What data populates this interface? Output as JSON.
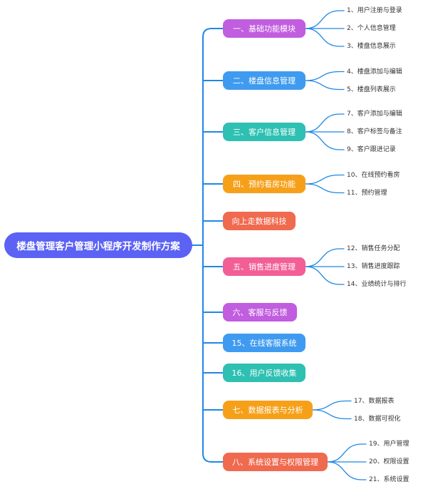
{
  "root": {
    "label": "楼盘管理客户管理小程序开发制作方案",
    "color": "#5b62f4"
  },
  "line_color": "#1e88e5",
  "branches": [
    {
      "label": "一、基础功能模块",
      "color": "#c15ddf",
      "children": [
        "1、用户注册与登录",
        "2、个人信息管理",
        "3、楼盘信息展示"
      ]
    },
    {
      "label": "二、楼盘信息管理",
      "color": "#3f9bf0",
      "children": [
        "4、楼盘添加与编辑",
        "5、楼盘列表展示"
      ]
    },
    {
      "label": "三、客户信息管理",
      "color": "#2ec0b2",
      "children": [
        "7、客户添加与编辑",
        "8、客户标签与备注",
        "9、客户跟进记录"
      ]
    },
    {
      "label": "四、预约看房功能",
      "color": "#f6a01a",
      "children": [
        "10、在线预约看房",
        "11、预约管理"
      ]
    },
    {
      "label": "向上走数据科技",
      "color": "#f06a4f",
      "children": []
    },
    {
      "label": "五、销售进度管理",
      "color": "#f25e96",
      "children": [
        "12、销售任务分配",
        "13、销售进度跟踪",
        "14、业绩统计与排行"
      ]
    },
    {
      "label": "六、客服与反馈",
      "color": "#c15ddf",
      "children": []
    },
    {
      "label": "15、在线客服系统",
      "color": "#3f9bf0",
      "children": []
    },
    {
      "label": "16、用户反馈收集",
      "color": "#2ec0b2",
      "children": []
    },
    {
      "label": "七、数据报表与分析",
      "color": "#f6a01a",
      "children": [
        "17、数据报表",
        "18、数据可视化"
      ]
    },
    {
      "label": "八、系统设置与权限管理",
      "color": "#f06a4f",
      "children": [
        "19、用户管理",
        "20、权限设置",
        "21、系统设置"
      ]
    }
  ]
}
